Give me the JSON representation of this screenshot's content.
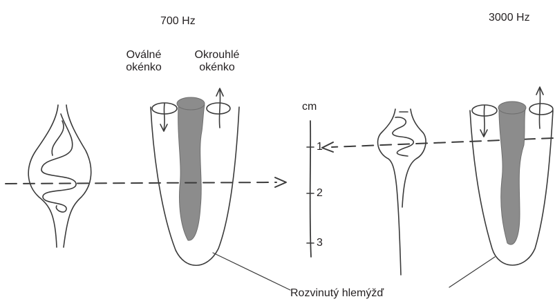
{
  "labels": {
    "freq_low": "700 Hz",
    "freq_high": "3000 Hz",
    "oval_window_line1": "Oválné",
    "oval_window_line2": "okénko",
    "round_window_line1": "Okrouhlé",
    "round_window_line2": "okénko",
    "unit": "cm",
    "scale_1": "1",
    "scale_2": "2",
    "scale_3": "3",
    "cochlea_label": "Rozvinutý hlemýžď"
  },
  "colors": {
    "stroke": "#3a3a3a",
    "shaded": "#8c8c8c",
    "text": "#231f20"
  }
}
